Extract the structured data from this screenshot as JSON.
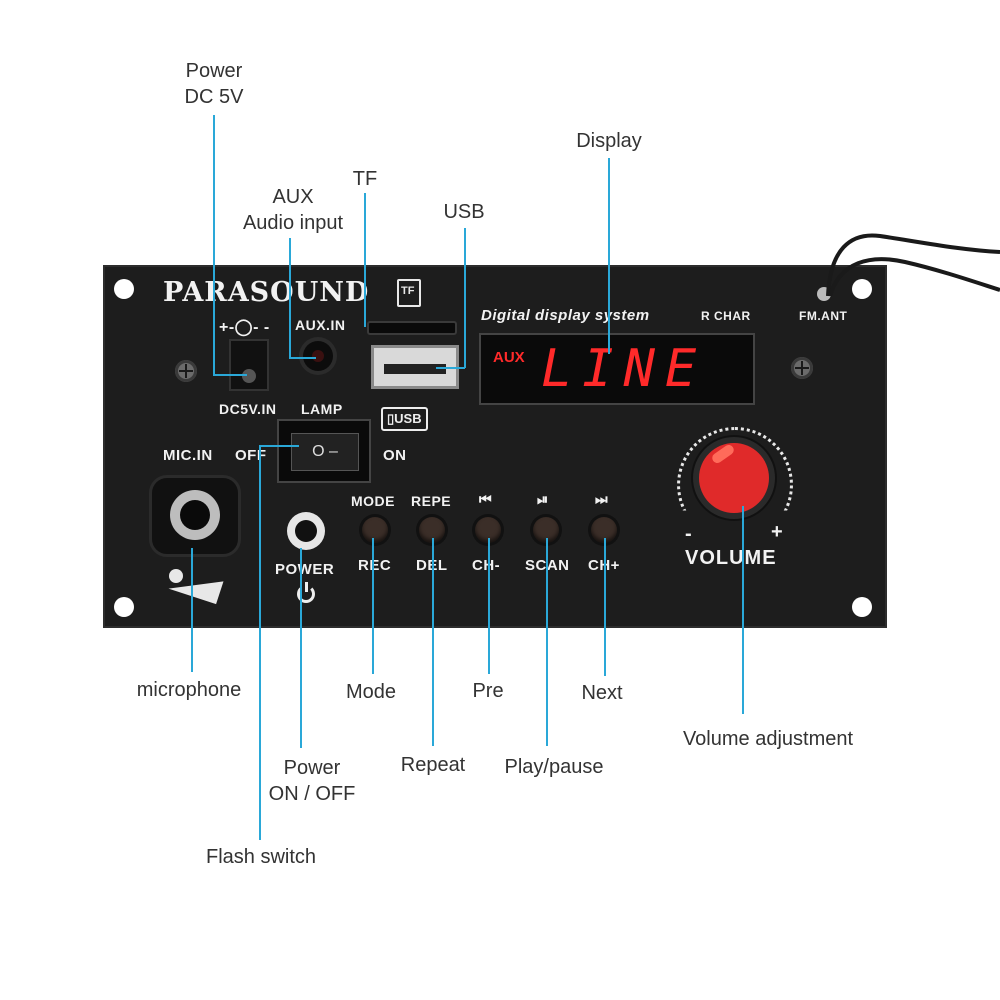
{
  "callouts": {
    "power_dc": [
      "Power",
      "DC 5V"
    ],
    "aux": [
      "AUX",
      "Audio input"
    ],
    "tf": "TF",
    "usb": "USB",
    "display": "Display",
    "microphone": "microphone",
    "mode": "Mode",
    "pre": "Pre",
    "next": "Next",
    "volume_adjustment": "Volume adjustment",
    "power_onoff": [
      "Power",
      "ON / OFF"
    ],
    "repeat": "Repeat",
    "play_pause": "Play/pause",
    "flash_switch": "Flash switch"
  },
  "panel": {
    "brand": "PARASOUND",
    "dc_symbol": "+-◯- -",
    "aux_in": "AUX.IN",
    "dc5v_in": "DC5V.IN",
    "lamp": "LAMP",
    "tf_icon": "TF",
    "usb_badge": "USB",
    "display_system": "Digital display system",
    "rchar": "R CHAR",
    "fm_ant": "FM.ANT",
    "screen_small": "AUX",
    "screen_big": "LINE",
    "mic_in": "MIC.IN",
    "off": "OFF",
    "on": "ON",
    "switch_glyph": "O  –",
    "power_label": "POWER",
    "buttons_top": [
      "MODE",
      "REPE",
      "⏮",
      "⏯",
      "⏭"
    ],
    "buttons_bottom": [
      "REC",
      "DEL",
      "CH-",
      "SCAN",
      "CH+"
    ],
    "volume": "VOLUME",
    "vol_minus": "-",
    "vol_plus": "+"
  },
  "colors": {
    "leader_line": "#2aa8d8",
    "panel": "#1d1d1d",
    "display_red": "#ff2a2a",
    "knob_red": "#e02a2a"
  }
}
